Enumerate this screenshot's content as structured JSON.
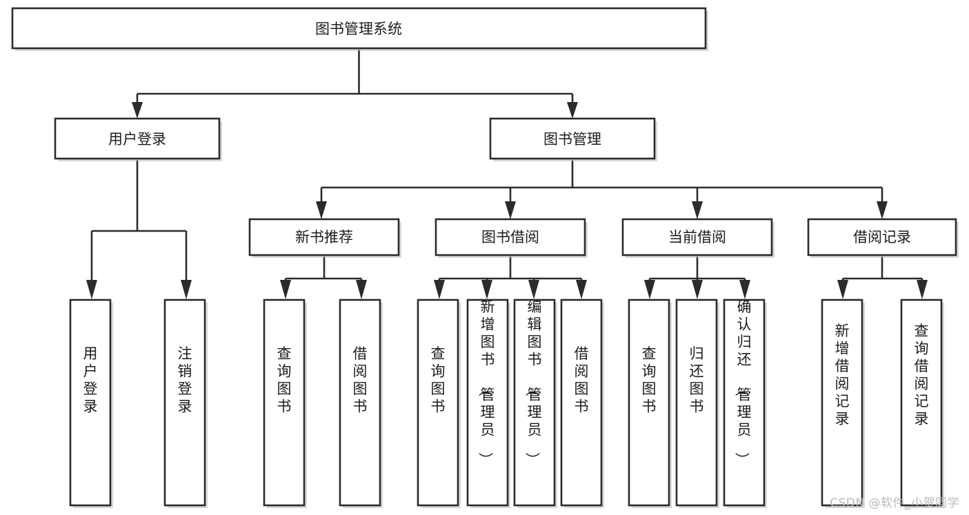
{
  "diagram": {
    "title": "图书管理系统",
    "type": "tree-hierarchy",
    "watermark": "CSDN @软件_小贺同学",
    "colors": {
      "box_fill": "#ffffff",
      "box_stroke": "#2b2b2b",
      "text": "#1c1c1c",
      "watermark": "#b9b9b9",
      "background": "#ffffff"
    },
    "nodes": {
      "root": {
        "label": "图书管理系统"
      },
      "level2": [
        {
          "id": "user-login",
          "label": "用户登录"
        },
        {
          "id": "book-management",
          "label": "图书管理"
        }
      ],
      "level3": [
        {
          "id": "new-book-recommend",
          "label": "新书推荐"
        },
        {
          "id": "book-borrow",
          "label": "图书借阅"
        },
        {
          "id": "current-borrow",
          "label": "当前借阅"
        },
        {
          "id": "borrow-record",
          "label": "借阅记录"
        }
      ],
      "leaves": {
        "user-login": [
          {
            "id": "leaf-user-login",
            "label": "用户登录"
          },
          {
            "id": "leaf-user-logout",
            "label": "注销登录"
          }
        ],
        "new-book-recommend": [
          {
            "id": "leaf-query-book-1",
            "label": "查询图书"
          },
          {
            "id": "leaf-borrow-book-1",
            "label": "借阅图书"
          }
        ],
        "book-borrow": [
          {
            "id": "leaf-query-book-2",
            "label": "查询图书"
          },
          {
            "id": "leaf-add-book",
            "label": "新增图书（管理员）"
          },
          {
            "id": "leaf-edit-book",
            "label": "编辑图书（管理员）"
          },
          {
            "id": "leaf-borrow-book-2",
            "label": "借阅图书"
          }
        ],
        "current-borrow": [
          {
            "id": "leaf-query-book-3",
            "label": "查询图书"
          },
          {
            "id": "leaf-return-book",
            "label": "归还图书"
          },
          {
            "id": "leaf-confirm-return",
            "label": "确认归还（管理员）"
          }
        ],
        "borrow-record": [
          {
            "id": "leaf-add-borrow-record",
            "label": "新增借阅记录"
          },
          {
            "id": "leaf-query-borrow-record",
            "label": "查询借阅记录"
          }
        ]
      }
    }
  }
}
